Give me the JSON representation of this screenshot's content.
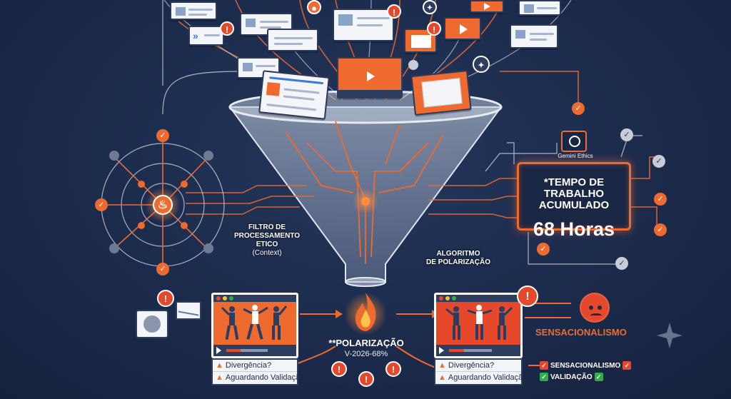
{
  "filter": {
    "label_line1": "FILTRO DE",
    "label_line2": "PROCESSAMENTO",
    "label_line3": "ETICO",
    "label_sub": "(Context)"
  },
  "algorithm": {
    "label_line1": "ALGORITMO",
    "label_line2": "DE POLARIZAÇÃO"
  },
  "gemini": {
    "label": "Gemini Ethics"
  },
  "time_panel": {
    "title_line1": "*TEMPO DE TRABALHO",
    "title_line2": "ACUMULADO",
    "value": "68 Horas"
  },
  "polarization": {
    "title": "**POLARIZAÇÃO",
    "version": "V-2026-68%"
  },
  "left_video": {
    "rows": [
      "Divergência?",
      "Aguardando Validação"
    ]
  },
  "right_video": {
    "rows": [
      "Divergência?",
      "Aguardando Validação"
    ]
  },
  "sensationalism": {
    "banner": "SENSACIONALISMO",
    "tags": [
      "SENSACIONALISMO",
      "VALIDAÇÃO"
    ]
  },
  "colors": {
    "background": "#1b2a4a",
    "accent": "#ef6a2e",
    "alert": "#e5482b",
    "ok": "#2fae4a"
  },
  "icons": [
    "fire-icon",
    "alert-icon",
    "check-icon",
    "mail-icon",
    "play-icon",
    "twitter-icon",
    "clock-icon",
    "angry-face-icon",
    "chat-icon",
    "sparkle-icon"
  ]
}
